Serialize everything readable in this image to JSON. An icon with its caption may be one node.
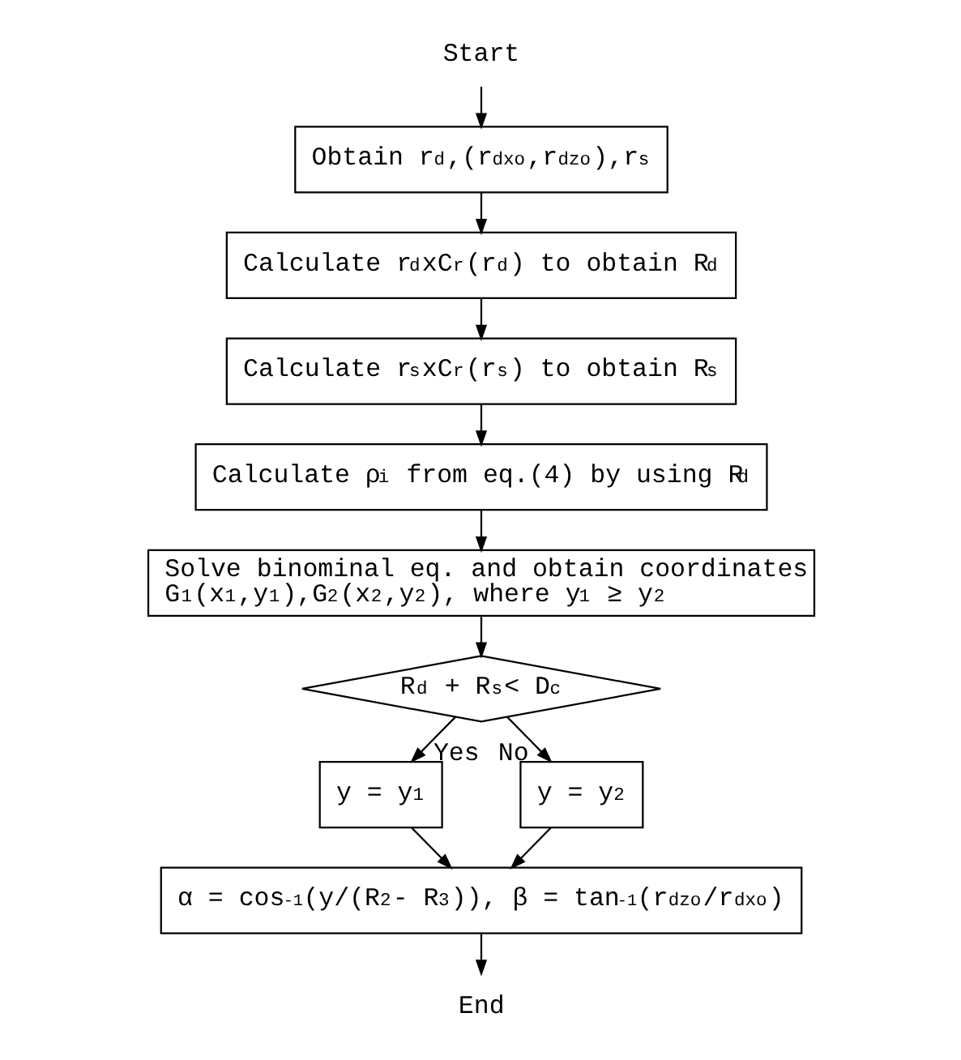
{
  "diagram": {
    "nodes": [
      {
        "text": [
          "Start"
        ]
      },
      {
        "text": [
          "Obtain r$_{d}$,(r$_{dxo}$,r$_{dzo}$),r$_{s}$"
        ]
      },
      {
        "text": [
          "Calculate r$_{d}$xC$_{r}$(r$_{d}$) to obtain R$_{d}$"
        ]
      },
      {
        "text": [
          "Calculate r$_{s}$xC$_{r}$(r$_{s}$) to obtain R$_{s}$"
        ]
      },
      {
        "text": [
          "Calculate ρ$_{i}$ from eq.(4) by using R$_{d}$"
        ]
      },
      {
        "text": [
          "Solve binominal eq. and obtain coordinates G$_{1}$(x$_{1}$,y$_{1}$),G$_{2}$(x$_{2}$,y$_{2}$), where y$_{1}$ ≥ y$_{2}$"
        ]
      },
      {
        "text": [
          "R$_{d}$ + R$_{s}$< D$_{c}$"
        ]
      },
      {
        "text": [
          "y = y$_{1}$"
        ]
      },
      {
        "text": [
          "y = y$_{2}$"
        ]
      },
      {
        "text": [
          "α = cos$^{-1}$(y/(R$_{2}$- R$_{3}$)), β = tan$^{-1}$(r$_{dzo}$/r$_{dxo}$)"
        ]
      },
      {
        "text": [
          "End"
        ]
      }
    ],
    "edges": [
      {
        "from": 0,
        "to": 1,
        "arrow": "to"
      },
      {
        "from": 1,
        "to": 2,
        "arrow": "to"
      },
      {
        "from": 2,
        "to": 3,
        "arrow": "to"
      },
      {
        "from": 3,
        "to": 4,
        "arrow": "to"
      },
      {
        "from": 4,
        "to": 5,
        "arrow": "to"
      },
      {
        "from": 5,
        "to": 6,
        "arrow": "to"
      },
      {
        "from": 6,
        "to": 7,
        "arrow": "to",
        "label": "Yes"
      },
      {
        "from": 6,
        "to": 8,
        "arrow": "to",
        "label": "No"
      },
      {
        "from": 7,
        "to": 9,
        "arrow": "to"
      },
      {
        "from": 8,
        "to": 9,
        "arrow": "to"
      },
      {
        "from": 9,
        "to": 10,
        "arrow": "to"
      }
    ]
  }
}
